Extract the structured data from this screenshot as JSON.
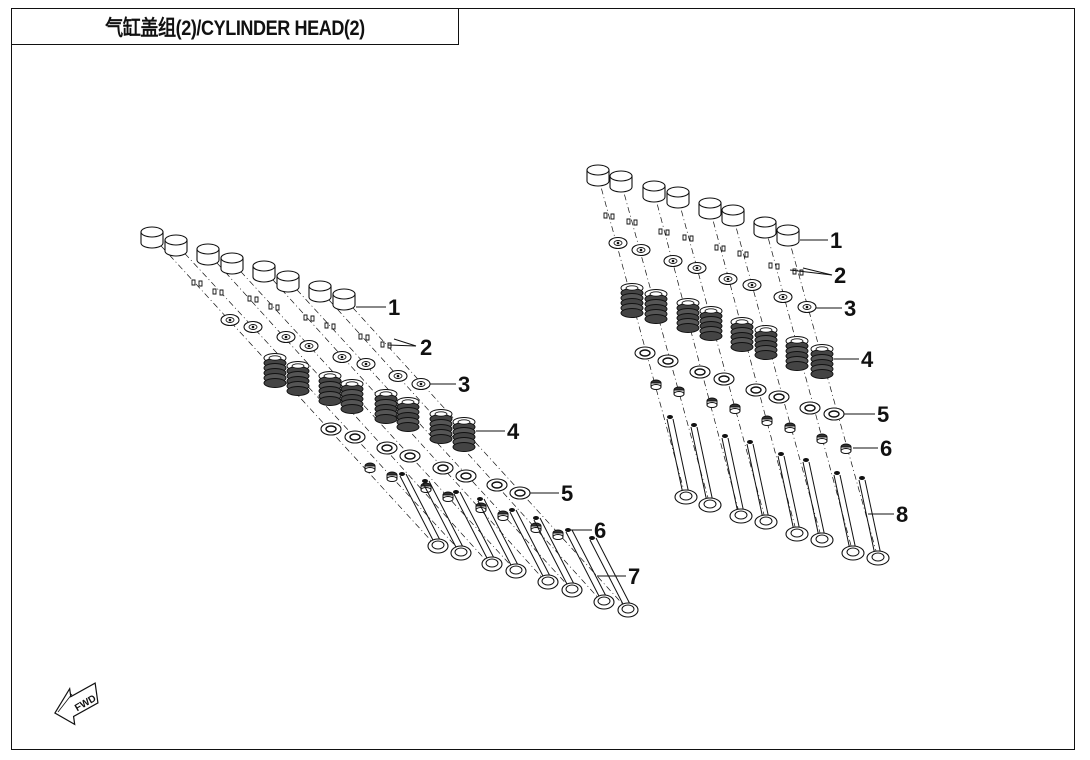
{
  "title": "气缸盖组(2)/CYLINDER HEAD(2)",
  "callouts": {
    "left": [
      "1",
      "2",
      "3",
      "4",
      "5",
      "6",
      "7"
    ],
    "right": [
      "1",
      "2",
      "3",
      "4",
      "5",
      "6",
      "8"
    ]
  },
  "fwd_label": "FWD"
}
